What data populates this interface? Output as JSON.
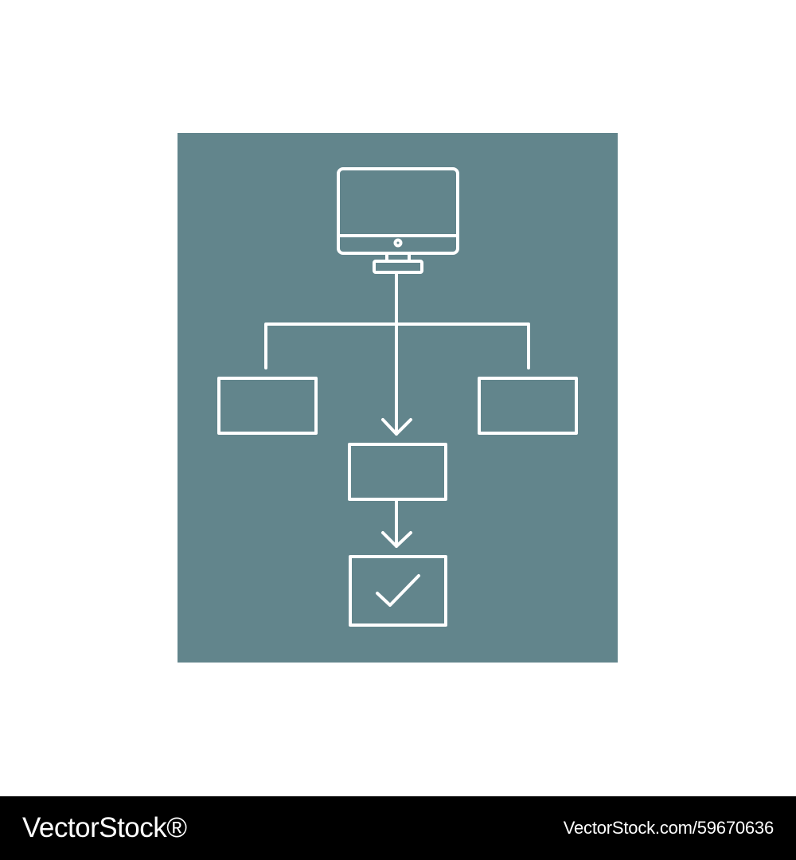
{
  "colors": {
    "page_background": "#ffffff",
    "panel": "#62858c",
    "line": "#ffffff",
    "footer_background": "#000000",
    "footer_text": "#ffffff"
  },
  "diagram": {
    "nodes": [
      {
        "id": "monitor",
        "icon": "monitor-icon"
      },
      {
        "id": "box-left",
        "icon": ""
      },
      {
        "id": "box-right",
        "icon": ""
      },
      {
        "id": "box-middle",
        "icon": ""
      },
      {
        "id": "box-final",
        "icon": "checkmark-icon"
      }
    ],
    "edges": [
      {
        "from": "monitor",
        "to": "box-left",
        "arrow": false
      },
      {
        "from": "monitor",
        "to": "box-right",
        "arrow": false
      },
      {
        "from": "monitor",
        "to": "box-middle",
        "arrow": true
      },
      {
        "from": "box-middle",
        "to": "box-final",
        "arrow": true
      }
    ]
  },
  "footer": {
    "brand": "VectorStock®",
    "stock_id": "VectorStock.com/59670636"
  }
}
